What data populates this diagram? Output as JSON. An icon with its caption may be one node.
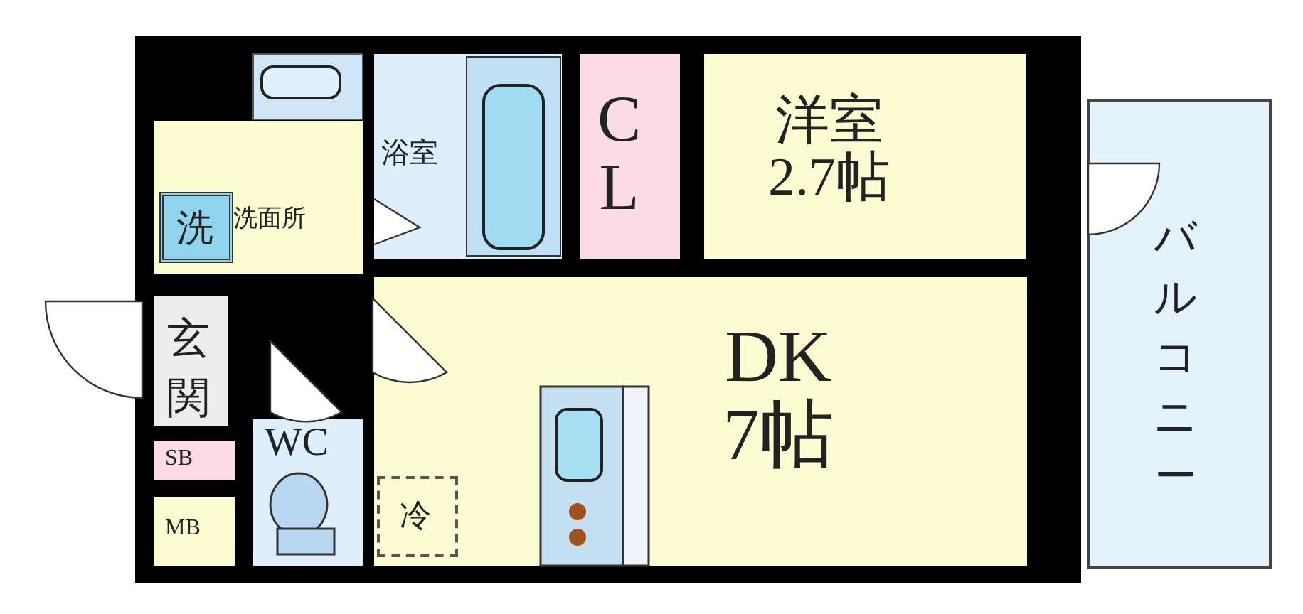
{
  "diagram": {
    "nodes": [
      {
        "text": [
          "浴室"
        ]
      },
      {
        "text": [
          "C L"
        ]
      },
      {
        "text": [
          "洋室 2.7帖"
        ]
      },
      {
        "text": [
          "洗面所"
        ]
      },
      {
        "text": [
          "洗"
        ],
        "in": 3
      },
      {
        "text": [
          "玄関"
        ]
      },
      {
        "text": [
          "DK 7帖"
        ]
      },
      {
        "text": [
          "冷"
        ],
        "in": 6
      },
      {
        "text": [
          "バルコニー"
        ]
      },
      {
        "text": [
          "SB"
        ]
      },
      {
        "text": [
          "WC"
        ]
      },
      {
        "text": [
          "MB"
        ]
      }
    ],
    "edges": []
  }
}
